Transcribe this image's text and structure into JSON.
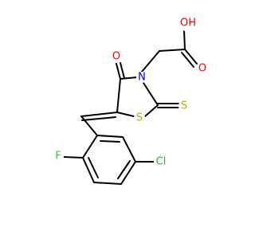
{
  "molecule": {
    "atom_labels": {
      "carboxyl_hydroxyl": "OH",
      "carboxyl_oxygen": "O",
      "carbonyl_oxygen": "O",
      "ring_nitrogen": "N",
      "ring_sulfur": "S",
      "thione_sulfur": "S",
      "fluorine": "F",
      "chlorine": "Cl"
    },
    "colors": {
      "bond": "#000000",
      "oxygen": "#ff0000",
      "nitrogen": "#0000ff",
      "sulfur": "#b3b300",
      "fluorine": "#33cc33",
      "chlorine": "#1fbf1f"
    }
  }
}
